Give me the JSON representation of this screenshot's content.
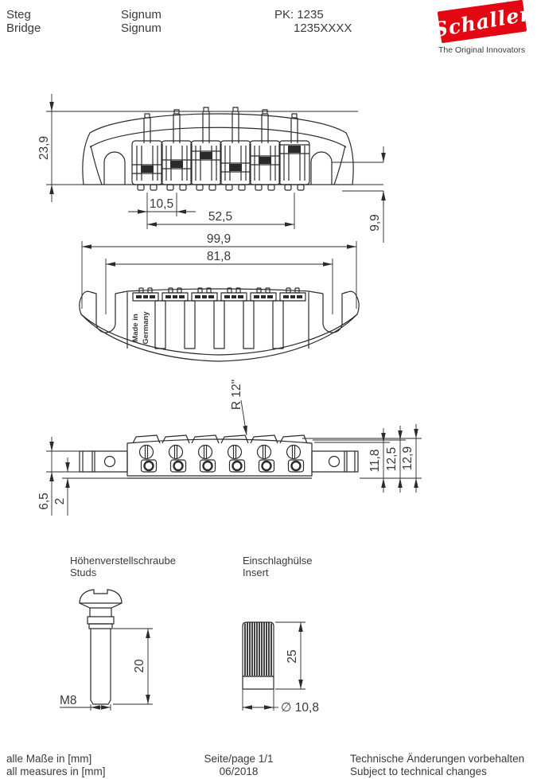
{
  "header": {
    "part_type_de": "Steg",
    "part_type_en": "Bridge",
    "model_de": "Signum",
    "model_en": "Signum",
    "pk": "PK: 1235",
    "pk_number": "1235XXXX",
    "logo": {
      "brand": "Schaller",
      "tagline": "The Original Innovators",
      "color": "#e30613"
    }
  },
  "views": {
    "rear": {
      "dim_total_height": "23,9",
      "dim_string_spacing": "10,5",
      "dim_e_to_e_spacing": "52,5",
      "dim_hook_depth": "9,9"
    },
    "top": {
      "dim_overall_length": "99,9",
      "dim_stud_spacing": "81,8",
      "engraving_line1": "Made in",
      "engraving_line2": "Germany"
    },
    "side": {
      "dim_radius": "R 12\"",
      "dim_height_low": "11,8",
      "dim_height_mid": "12,5",
      "dim_height_high": "12,9",
      "dim_arm_height": "6,5",
      "dim_step": "2"
    }
  },
  "parts": {
    "stud": {
      "label_de": "Höhenverstellschraube",
      "label_en": "Studs",
      "dim_thread_length": "20",
      "dim_thread": "M8"
    },
    "insert": {
      "label_de": "Einschlaghülse",
      "label_en": "Insert",
      "dim_length": "25",
      "dim_diameter": "∅ 10,8"
    }
  },
  "footer": {
    "units_de": "alle Maße in [mm]",
    "units_en": "all measures in [mm]",
    "page": "Seite/page 1/1",
    "date": "06/2018",
    "notice_de": "Technische Änderungen vorbehalten",
    "notice_en": "Subject to technical changes"
  }
}
